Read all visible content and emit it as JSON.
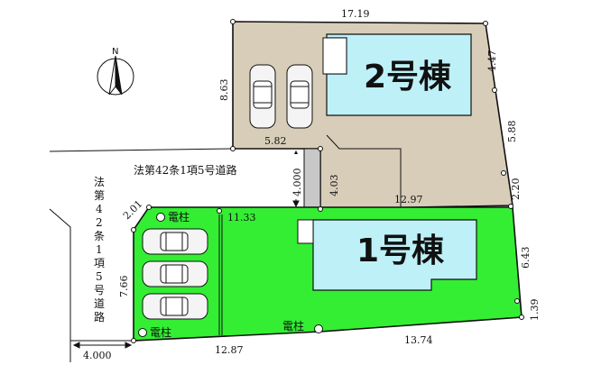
{
  "colors": {
    "lot1": "#33ee33",
    "lot2": "#d8cdb9",
    "building": "#bdf0f7",
    "passage": "#c8c8c8",
    "line": "#111111"
  },
  "north": {
    "label": "N"
  },
  "buildings": {
    "lot1": "1号棟",
    "lot2": "2号棟"
  },
  "roads": {
    "horizontal": "法第42条1項5号道路",
    "vertical": "法第42条1項5号道路",
    "vertical_width": "4.000",
    "passage_width": "4.000"
  },
  "dimensions": {
    "top": "17.19",
    "upper_right": "4.47",
    "right_mid": "5.88",
    "right_near_border": "2.20",
    "left_upper": "8.63",
    "neck_top": "5.82",
    "neck_side": "4.03",
    "inner_boundary": "12.97",
    "lot1_top": "11.33",
    "lot1_corner": "2.01",
    "lot1_left": "7.66",
    "lot1_right_upper": "6.43",
    "lot1_right_lower": "1.39",
    "bottom_left": "12.87",
    "bottom_right": "13.74"
  },
  "poles": {
    "label": "電柱"
  },
  "parking": {
    "lot2_spaces": 2,
    "lot1_spaces": 3
  }
}
